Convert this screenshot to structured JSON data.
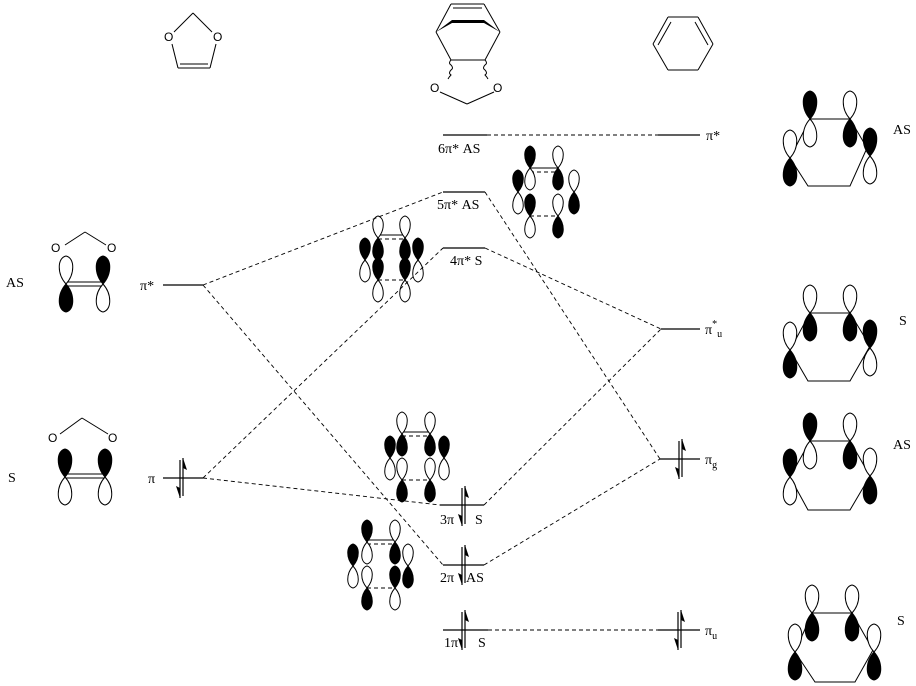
{
  "diagram": {
    "title_structures": {
      "left": "dioxole",
      "middle": "bicyclic-adduct",
      "right": "cyclohexadiene"
    },
    "left_column": {
      "levels": [
        {
          "id": "pi_star",
          "label": "π*",
          "symmetry": "AS",
          "electrons": 0
        },
        {
          "id": "pi",
          "label": "π",
          "symmetry": "S",
          "electrons": 2
        }
      ]
    },
    "middle_column": {
      "levels": [
        {
          "id": "6pi_star",
          "label": "6π* AS",
          "electrons": 0
        },
        {
          "id": "5pi_star",
          "label": "5π* AS",
          "electrons": 0
        },
        {
          "id": "4pi_star",
          "label": "4π* S",
          "electrons": 0
        },
        {
          "id": "3pi",
          "label": "3π",
          "symmetry": "S",
          "electrons": 2
        },
        {
          "id": "2pi",
          "label": "2π",
          "symmetry": "AS",
          "electrons": 2
        },
        {
          "id": "1pi",
          "label": "1π",
          "symmetry": "S",
          "electrons": 2
        }
      ]
    },
    "right_column": {
      "levels": [
        {
          "id": "pi_star_top",
          "label": "π*",
          "symmetry": "AS",
          "electrons": 0
        },
        {
          "id": "pi_star_u",
          "label_main": "π",
          "label_sup": "*",
          "label_sub": "u",
          "symmetry": "S",
          "electrons": 0
        },
        {
          "id": "pi_g",
          "label_main": "π",
          "label_sub": "g",
          "symmetry": "AS",
          "electrons": 2
        },
        {
          "id": "pi_u",
          "label_main": "π",
          "label_sub": "u",
          "symmetry": "S",
          "electrons": 2
        }
      ]
    },
    "atoms": {
      "oxygen": "O"
    },
    "correlations": [
      [
        "6pi_star",
        "pi_star_top"
      ],
      [
        "pi_star",
        "5pi_star"
      ],
      [
        "pi_star",
        "2pi"
      ],
      [
        "pi",
        "4pi_star"
      ],
      [
        "pi",
        "3pi"
      ],
      [
        "5pi_star",
        "pi_g"
      ],
      [
        "4pi_star",
        "pi_star_u"
      ],
      [
        "3pi",
        "pi_star_u"
      ],
      [
        "2pi",
        "pi_g"
      ],
      [
        "1pi",
        "pi_u"
      ]
    ]
  }
}
